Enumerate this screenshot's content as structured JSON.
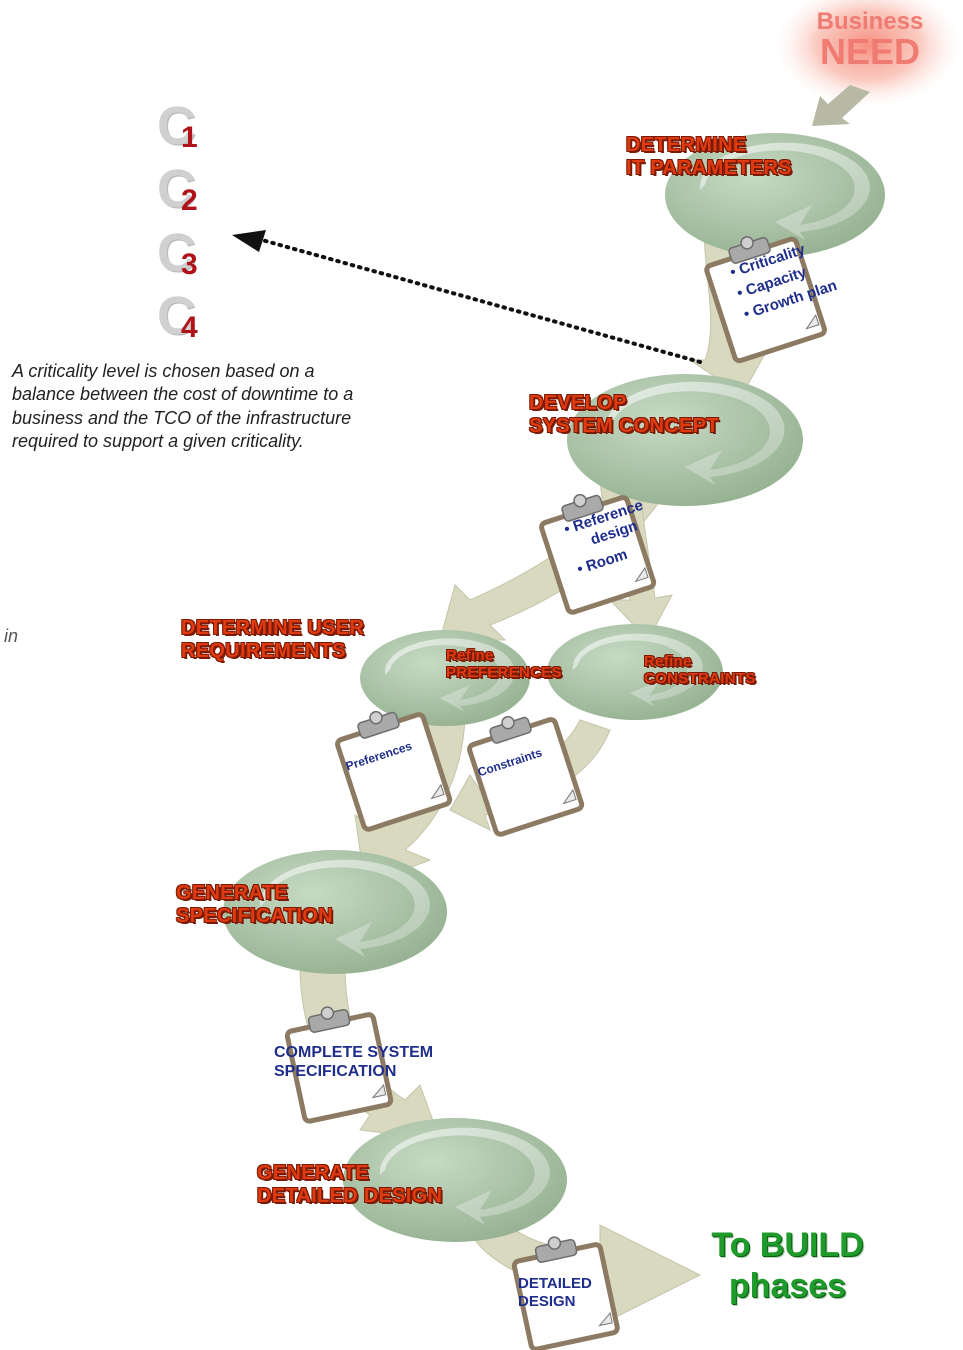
{
  "business_need": {
    "line1": "Business",
    "line2": "NEED"
  },
  "stages": {
    "determine_it": {
      "line1": "DETERMINE",
      "line2": "IT PARAMETERS"
    },
    "develop": {
      "line1": "DEVELOP",
      "line2": "SYSTEM CONCEPT"
    },
    "user_req": {
      "line1": "DETERMINE USER",
      "line2": "REQUIREMENTS"
    },
    "refine_pref": {
      "line1": "Refine",
      "line2": "PREFERENCES"
    },
    "refine_cons": {
      "line1": "Refine",
      "line2": "CONSTRAINTS"
    },
    "gen_spec": {
      "line1": "GENERATE",
      "line2": "SPECIFICATION"
    },
    "gen_design": {
      "line1": "GENERATE",
      "line2": "DETAILED DESIGN"
    }
  },
  "clipboards": {
    "it_params": [
      "• Criticality",
      "• Capacity",
      "• Growth plan"
    ],
    "concept": [
      "• Reference",
      "design",
      "• Room"
    ],
    "preferences": "Preferences",
    "constraints": "Constraints",
    "spec": {
      "line1": "COMPLETE SYSTEM",
      "line2": "SPECIFICATION"
    },
    "design": {
      "line1": "DETAILED",
      "line2": "DESIGN"
    }
  },
  "criticality": {
    "letter": "C",
    "levels": [
      "1",
      "2",
      "3",
      "4"
    ],
    "note": "A criticality level is chosen based on a balance between the cost of downtime to a business and the TCO of the infrastructure required to support a given criticality."
  },
  "cut_text": "in",
  "to_build": {
    "line1": "To BUILD",
    "line2": "phases"
  },
  "colors": {
    "stage_text": "#e03a10",
    "disc": "#a9c2a4",
    "flow_arrow": "#d8d9bf",
    "clipboard_frame": "#8c7a62",
    "clip_text": "#1f2e8c",
    "crit_number": "#b0121a",
    "build_text": "#1e9b2a"
  }
}
